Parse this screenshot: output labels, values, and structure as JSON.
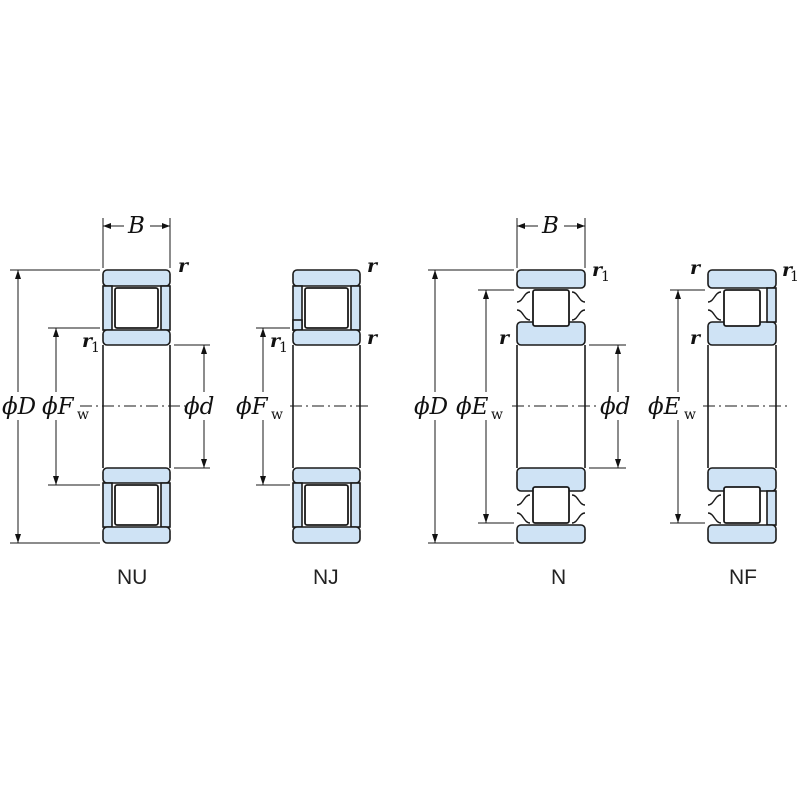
{
  "bearings": [
    {
      "name": "NU",
      "labels": {
        "width": "B",
        "outer": "ϕD",
        "race": "ϕF",
        "race_sub": "w",
        "bore": "ϕd",
        "chamfer_top": "r",
        "chamfer_inner": "r",
        "chamfer_inner_sub": "1"
      }
    },
    {
      "name": "NJ",
      "labels": {
        "race": "ϕF",
        "race_sub": "w",
        "chamfer_top": "r",
        "chamfer_inner": "r",
        "chamfer_inner_sub": "1",
        "chamfer_right": "r"
      }
    },
    {
      "name": "N",
      "labels": {
        "width": "B",
        "outer": "ϕD",
        "race": "ϕE",
        "race_sub": "w",
        "bore": "ϕd",
        "chamfer_top": "r",
        "chamfer_top_sub": "1",
        "chamfer_left": "r"
      }
    },
    {
      "name": "NF",
      "labels": {
        "race": "ϕE",
        "race_sub": "w",
        "chamfer_top_left": "r",
        "chamfer_top": "r",
        "chamfer_top_sub": "1",
        "chamfer_left": "r"
      }
    }
  ],
  "colors": {
    "ring_fill": "#cfe3f5",
    "stroke": "#1a1a1a"
  }
}
